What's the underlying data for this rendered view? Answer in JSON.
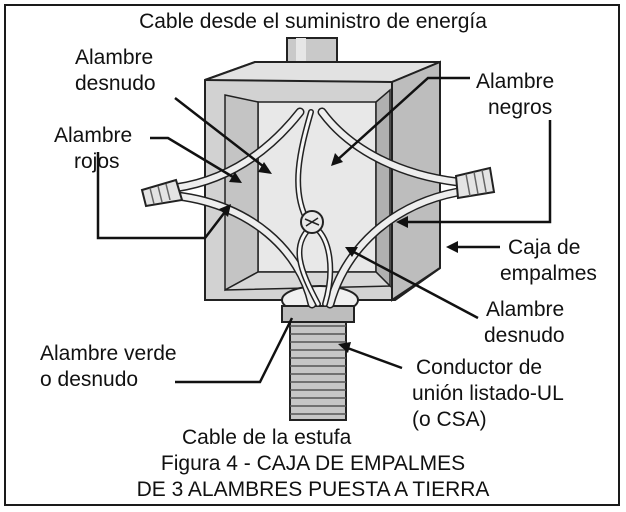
{
  "labels": {
    "top_cable": "Cable desde el suministro de energía",
    "bare_wire_top_1": "Alambre",
    "bare_wire_top_2": "desnudo",
    "black_wires_1": "Alambre",
    "black_wires_2": "negros",
    "red_wires_1": "Alambre",
    "red_wires_2": "rojos",
    "junction_box_1": "Caja de",
    "junction_box_2": "empalmes",
    "bare_wire_right_1": "Alambre",
    "bare_wire_right_2": "desnudo",
    "green_wire_1": "Alambre verde",
    "green_wire_2": "o desnudo",
    "conductor_1": "Conductor de",
    "conductor_2": "unión listado-UL",
    "conductor_3": "(o CSA)",
    "stove_cable": "Cable de la estufa"
  },
  "caption": {
    "line1": "Figura 4 - CAJA DE EMPALMES",
    "line2": "DE 3 ALAMBRES PUESTA A TIERRA"
  }
}
